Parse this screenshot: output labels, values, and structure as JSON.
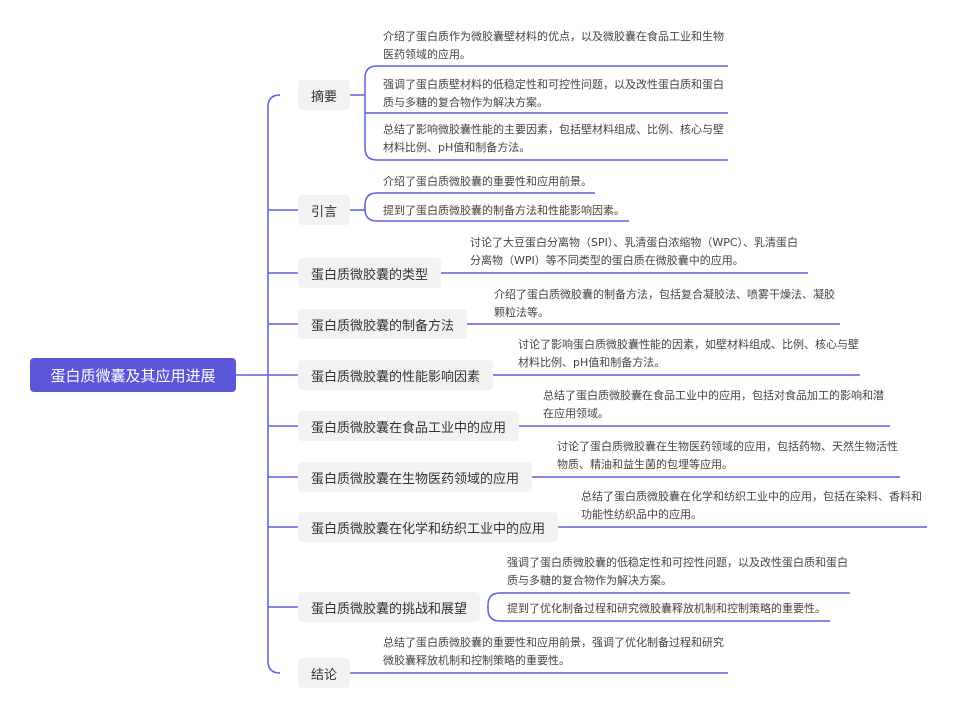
{
  "root": {
    "label": "蛋白质微囊及其应用进展"
  },
  "colors": {
    "accent": "#5b56d8",
    "line": "#5b5fe0",
    "node_bg": "#f2f2f2"
  },
  "branches": [
    {
      "label": "摘要",
      "children": [
        "介绍了蛋白质作为微胶囊壁材料的优点，以及微胶囊在食品工业和生物医药领域的应用。",
        "强调了蛋白质壁材料的低稳定性和可控性问题，以及改性蛋白质和蛋白质与多糖的复合物作为解决方案。",
        "总结了影响微胶囊性能的主要因素，包括壁材料组成、比例、核心与壁材料比例、pH值和制备方法。"
      ]
    },
    {
      "label": "引言",
      "children": [
        "介绍了蛋白质微胶囊的重要性和应用前景。",
        "提到了蛋白质微胶囊的制备方法和性能影响因素。"
      ]
    },
    {
      "label": "蛋白质微胶囊的类型",
      "children": [
        "讨论了大豆蛋白分离物（SPI）、乳清蛋白浓缩物（WPC）、乳清蛋白分离物（WPI）等不同类型的蛋白质在微胶囊中的应用。"
      ]
    },
    {
      "label": "蛋白质微胶囊的制备方法",
      "children": [
        "介绍了蛋白质微胶囊的制备方法，包括复合凝胶法、喷雾干燥法、凝胶颗粒法等。"
      ]
    },
    {
      "label": "蛋白质微胶囊的性能影响因素",
      "children": [
        "讨论了影响蛋白质微胶囊性能的因素，如壁材料组成、比例、核心与壁材料比例、pH值和制备方法。"
      ]
    },
    {
      "label": "蛋白质微胶囊在食品工业中的应用",
      "children": [
        "总结了蛋白质微胶囊在食品工业中的应用，包括对食品加工的影响和潜在应用领域。"
      ]
    },
    {
      "label": "蛋白质微胶囊在生物医药领域的应用",
      "children": [
        "讨论了蛋白质微胶囊在生物医药领域的应用，包括药物、天然生物活性物质、精油和益生菌的包埋等应用。"
      ]
    },
    {
      "label": "蛋白质微胶囊在化学和纺织工业中的应用",
      "children": [
        "总结了蛋白质微胶囊在化学和纺织工业中的应用，包括在染料、香料和功能性纺织品中的应用。"
      ]
    },
    {
      "label": "蛋白质微胶囊的挑战和展望",
      "children": [
        "强调了蛋白质微胶囊的低稳定性和可控性问题，以及改性蛋白质和蛋白质与多糖的复合物作为解决方案。",
        "提到了优化制备过程和研究微胶囊释放机制和控制策略的重要性。"
      ]
    },
    {
      "label": "结论",
      "children": [
        "总结了蛋白质微胶囊的重要性和应用前景，强调了优化制备过程和研究微胶囊释放机制和控制策略的重要性。"
      ]
    }
  ]
}
